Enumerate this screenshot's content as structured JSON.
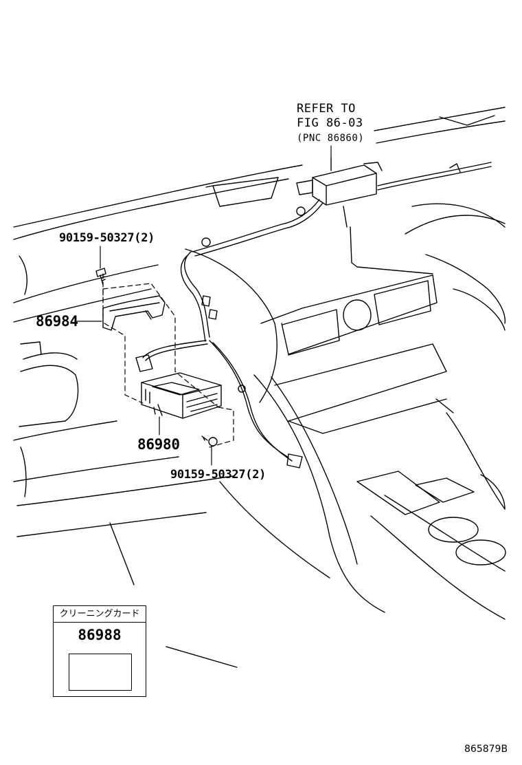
{
  "reference": {
    "line1": "REFER TO",
    "line2": "FIG 86-03",
    "line3": "(PNC 86860)"
  },
  "callouts": {
    "bolt_top": "90159-50327(2)",
    "bracket": "86984",
    "unit": "86980",
    "bolt_bottom": "90159-50327(2)"
  },
  "card": {
    "header": "クリーニングカード",
    "part_number": "86988"
  },
  "diagram_code": "865879B"
}
